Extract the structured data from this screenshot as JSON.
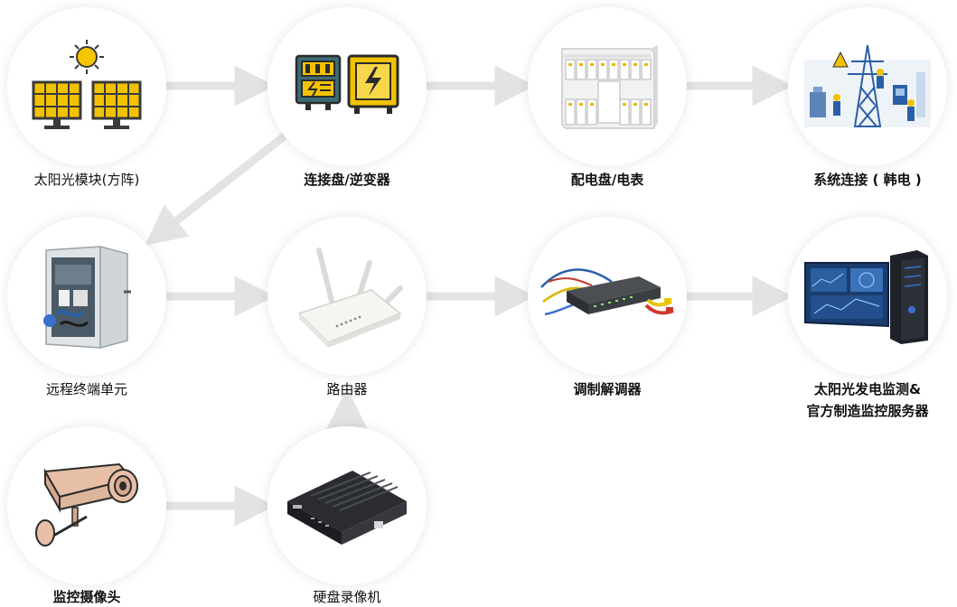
{
  "nodes": {
    "solar": {
      "label": "太阳光模块(方阵)",
      "icon": "solar-panel-icon"
    },
    "junction": {
      "label": "连接盘/逆变器",
      "icon": "junction-inverter-icon"
    },
    "distribution": {
      "label": "配电盘/电表",
      "icon": "distribution-panel-icon"
    },
    "grid": {
      "label": "系统连接 ( 韩电 )",
      "icon": "power-grid-icon"
    },
    "rtu": {
      "label": "远程终端单元",
      "icon": "remote-terminal-unit-icon"
    },
    "router": {
      "label": "路由器",
      "icon": "router-icon"
    },
    "modem": {
      "label": "调制解调器",
      "icon": "modem-switch-icon"
    },
    "server": {
      "label_line1": "太阳光发电监测&",
      "label_line2": "官方制造监控服务器",
      "icon": "server-monitor-icon"
    },
    "camera": {
      "label": "监控摄像头",
      "icon": "cctv-camera-icon"
    },
    "dvr": {
      "label": "硬盘录像机",
      "icon": "dvr-recorder-icon"
    }
  },
  "colors": {
    "arrow": "#e3e3e3",
    "panel": "#f2c200",
    "panel_frame": "#3a3a3a",
    "sun": "#f7c400",
    "box": "#f2c200",
    "teal": "#3d6b78",
    "text": "#111111"
  }
}
